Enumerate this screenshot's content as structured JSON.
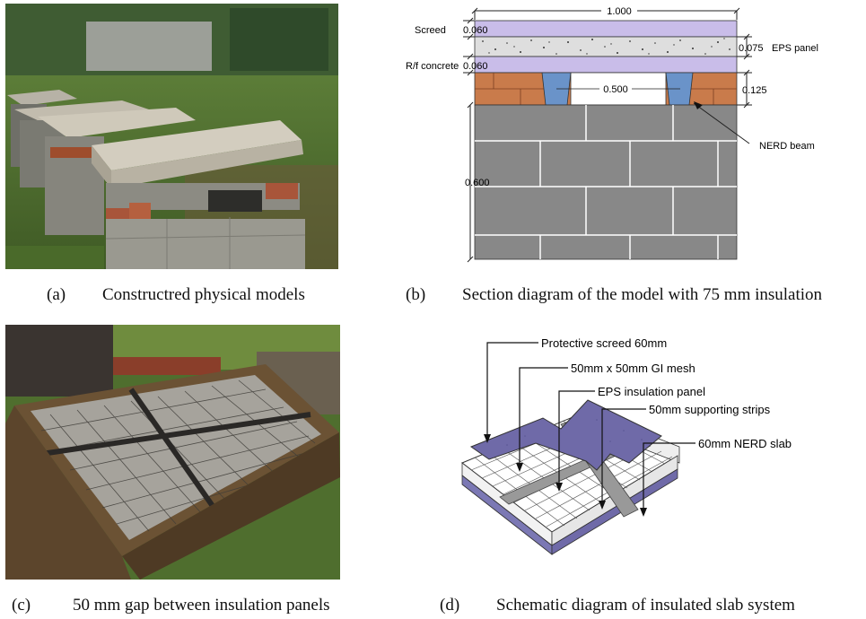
{
  "captions": {
    "a": {
      "label": "(a)",
      "text": "Constructred physical models"
    },
    "b": {
      "label": "(b)",
      "text": "Section diagram of the model with 75 mm insulation"
    },
    "c": {
      "label": "(c)",
      "text": "50 mm gap between insulation panels"
    },
    "d": {
      "label": "(d)",
      "text": "Schematic diagram of insulated slab system"
    }
  },
  "section": {
    "width_label": "1.000",
    "layers": {
      "screed": {
        "name": "Screed",
        "dim": "0.060"
      },
      "eps": {
        "name": "EPS panel",
        "dim": "0.075"
      },
      "rf": {
        "name": "R/f concrete",
        "dim": "0.060"
      },
      "nerd": {
        "dim": "0.125",
        "span": "0.500",
        "name": "NERD beam"
      },
      "wall": {
        "dim": "0.600"
      }
    },
    "colors": {
      "screed": "#c9bde9",
      "eps": "#dcdcdc",
      "rf": "#c9bde9",
      "brick": "#c77a4a",
      "beam": "#6a93c9",
      "block": "#888888"
    }
  },
  "schematic": {
    "labels": {
      "screed": "Protective screed 60mm",
      "mesh": "50mm x 50mm GI mesh",
      "eps": "EPS insulation panel",
      "strips": "50mm supporting strips",
      "slab": "60mm NERD slab"
    },
    "colors": {
      "screed": "#6f6aa8",
      "slab": "#7b78b4",
      "strip": "#9a9a9a"
    }
  }
}
